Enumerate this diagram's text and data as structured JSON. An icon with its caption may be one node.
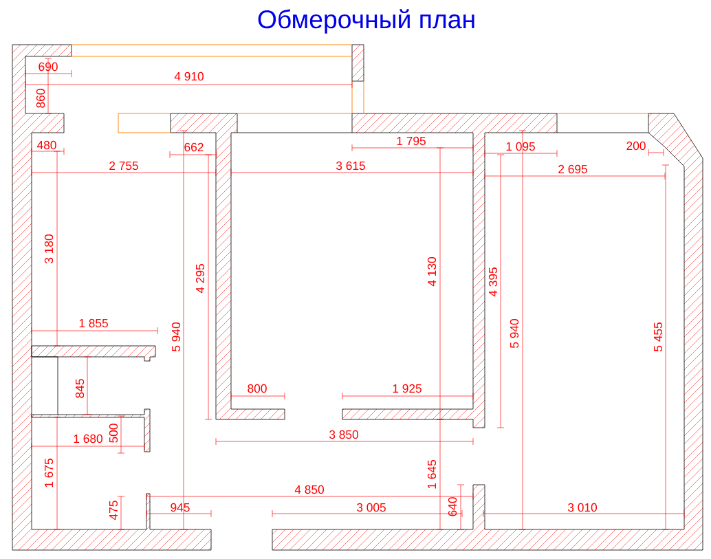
{
  "diagram": {
    "title": "Обмерочный план",
    "labels": [
      "690",
      "4 910",
      "860",
      "480",
      "662",
      "1 795",
      "1 095",
      "200",
      "2 755",
      "3 615",
      "2 695",
      "3 180",
      "4 295",
      "4 130",
      "4 395",
      "5 940",
      "5 940",
      "5 455",
      "1 855",
      "845",
      "800",
      "1 925",
      "1 680",
      "500",
      "3 850",
      "1 675",
      "1 645",
      "4 850",
      "475",
      "945",
      "3 005",
      "640",
      "3 010"
    ]
  }
}
